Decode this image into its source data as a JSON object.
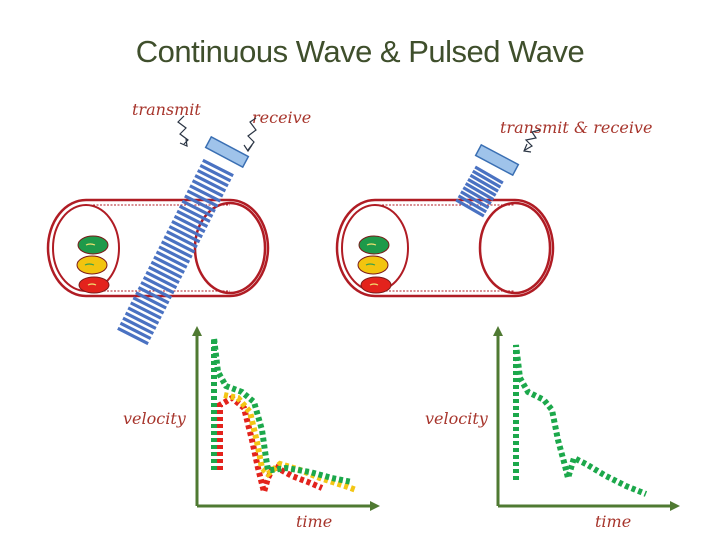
{
  "title": "Continuous Wave & Pulsed Wave",
  "left_diagram": {
    "transmit_label": "transmit",
    "receive_label": "receive",
    "y_label": "velocity",
    "x_label": "time"
  },
  "right_diagram": {
    "transceive_label": "transmit & receive",
    "y_label": "velocity",
    "x_label": "time"
  },
  "colors": {
    "title": "#3f4f2c",
    "vessel": "#b01c24",
    "beam": "#4a72c2",
    "probe": "#9fc3ea",
    "axis": "#4f7a32",
    "curve_green": "#1ca84b",
    "curve_yellow": "#f3c614",
    "curve_red": "#e3231c",
    "label": "#a7352c"
  }
}
